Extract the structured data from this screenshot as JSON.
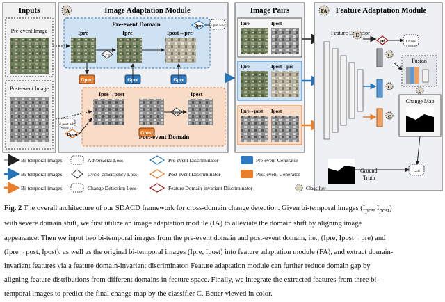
{
  "inputs": {
    "title": "Inputs",
    "pre_label": "Pre-event Image",
    "post_label": "Post-event Image"
  },
  "ia": {
    "title": "Image Adaptation Module",
    "badge": "IA",
    "pre_domain": "Pre-event Domain",
    "post_domain": "Post-event Domain",
    "i_pre": "Ipre",
    "i_post_pre": "Ipost→pre",
    "i_pre_post": "Ipre→post",
    "i_post": "Ipost",
    "g_post": "Gpost",
    "g_pre": "Gpre",
    "d_pre": "Dpre",
    "d_post": "Dpost",
    "l_cyc": "Lcyc",
    "l_adv_pre": "Lpre adv",
    "l_adv_post": "Lpost adv"
  },
  "pairs": {
    "title": "Image Pairs",
    "p1a": "Ipre",
    "p1b": "Ipost",
    "p2a": "Ipre",
    "p2b": "Ipost→pre",
    "p3a": "Ipre→post",
    "p3b": "Ipost"
  },
  "fa": {
    "title": "Feature Adaptation Module",
    "badge": "FA",
    "extractor": "Feature Extractor",
    "e_badge": "E",
    "d_f": "Df",
    "l_adv_f": "Lf adv",
    "fusion": "Fusion",
    "c_badge": "C",
    "change_map": "Change Map",
    "ground_truth": "Ground Truth",
    "l_cd": "Lcd"
  },
  "legend": {
    "bi1": "Bi-temporal images",
    "bi2": "Bi-temporal images",
    "bi3": "Bi-temporal images",
    "adv": "Adversarial Loss",
    "cyc": "Cycle-consistency Loss",
    "cd": "Change Detection Loss",
    "dpre": "Pre-event Discriminator",
    "dpost": "Post-event Discriminator",
    "df": "Feature Domain-invariant Discriminator",
    "gpre": "Pre-event Generator",
    "gpost": "Post-event Generator",
    "classifier": "Classifier"
  },
  "caption": {
    "fig": "Fig. 2",
    "line1": " The overall architecture of our SDACD framework for cross-domain change detection. Given bi-temporal images (I",
    "line1b": "pre",
    "line1c": ", I",
    "line1d": "post",
    "line1e": ")",
    "line2": "with severe domain shift, we first utilize an image adaptation module (IA) to alleviate the domain shift by aligning image",
    "line3": "appearance. Then we input two bi-temporal images from the pre-event domain and post-event domain, i.e., (Ipre, Ipost→pre) and",
    "line4": "(Ipre→post, Ipost), as well as the original bi-temporal images (Ipre, Ipost) into feature adaptation module (FA), and extract domain-",
    "line5": "invariant features via a feature domain-invariant discriminator. Feature adaptation module can further reduce domain gap by",
    "line6": "aligning feature distributions from different domains in feature space. Finally, we integrate the extracted features from three bi-",
    "line7": "temporal images to predict the final change map by the classifier C. Better viewed in color."
  },
  "colors": {
    "pre_domain": "#cfe2f3",
    "post_domain": "#f9dcc8",
    "generator_orange": "#e97e2b",
    "generator_blue": "#2f79c2",
    "discriminator": "#a01818",
    "module_bg": "#eef0f3",
    "arrow_blue": "#2573b8",
    "arrow_orange": "#e97e2b"
  }
}
